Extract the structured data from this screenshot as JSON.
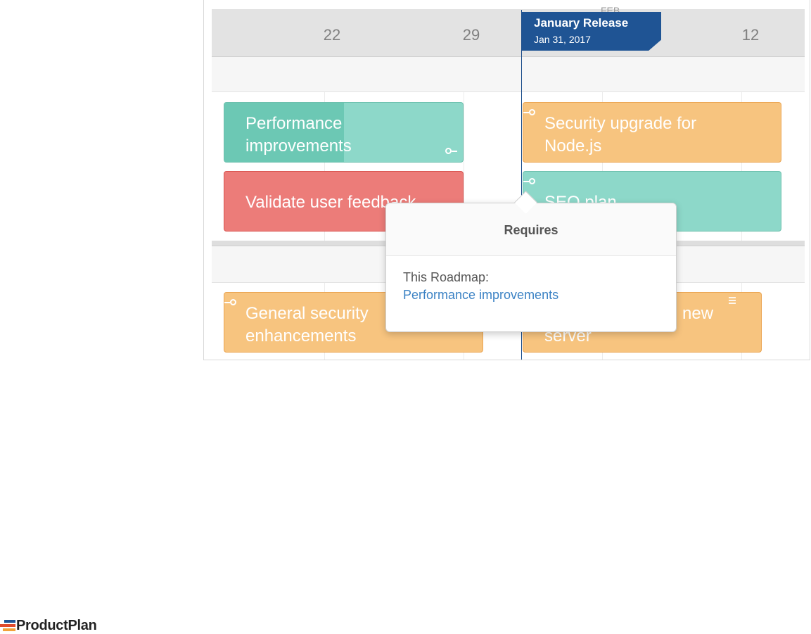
{
  "timeline": {
    "ticks": [
      "22",
      "29",
      "12"
    ],
    "month_partial": "FEB"
  },
  "release": {
    "title": "January Release",
    "date": "Jan 31, 2017",
    "color": "#1f5494"
  },
  "bars": [
    {
      "label": "Performance improvements",
      "color": "teal",
      "progress": 0.5
    },
    {
      "label": "Security upgrade for Node.js",
      "color": "orange"
    },
    {
      "label": "Validate user feedback",
      "color": "red"
    },
    {
      "label": "SEO plan",
      "color": "teal"
    },
    {
      "label": "General security enhancements",
      "color": "orange"
    },
    {
      "label_visible_fragment_1": "new",
      "label_visible_fragment_2": "server",
      "color": "orange"
    }
  ],
  "popover": {
    "title": "Requires",
    "section_label": "This Roadmap:",
    "link": "Performance improvements"
  },
  "colors": {
    "teal": "#8dd8c9",
    "orange": "#f7c47f",
    "red": "#ec7c79",
    "link": "#3b82c4"
  },
  "brand": {
    "name": "ProductPlan"
  }
}
